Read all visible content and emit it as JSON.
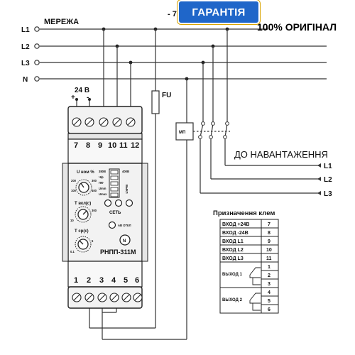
{
  "badges": {
    "guarantee": "ГАРАНТІЯ",
    "original": "100% ОРИГІНАЛ"
  },
  "colors": {
    "badge_bg": "#1f66c9",
    "badge_text": "#ffffff",
    "line": "#333333",
    "device_body": "#f2f2f2"
  },
  "network": {
    "title": "МЕРЕЖА",
    "top_fragment": "- 7",
    "lines": [
      "L1",
      "L2",
      "L3",
      "N"
    ]
  },
  "supply": {
    "label": "24 В",
    "plus": "+",
    "minus": "-"
  },
  "fuse": {
    "label": "FU"
  },
  "starter": {
    "label": "МП"
  },
  "load": {
    "title": "ДО НАВАНТАЖЕННЯ",
    "lines": [
      "L1",
      "L2",
      "L3"
    ]
  },
  "device": {
    "model": "РНПП-311М",
    "top_terminals": [
      "7",
      "8",
      "9",
      "10",
      "11",
      "12"
    ],
    "bottom_terminals": [
      "1",
      "2",
      "3",
      "4",
      "5",
      "6"
    ],
    "knobs": {
      "u": "U ном %",
      "t_on": "T вкл(с)",
      "t_off": "T ср(с)",
      "u_scale": [
        "100",
        "200",
        "300",
        "400"
      ],
      "t_on_scale": [
        "10",
        "300"
      ],
      "t_off_scale": [
        "0.1",
        "5"
      ]
    },
    "dip": {
      "items": [
        "380В",
        "Чф",
        "ПФ",
        "Umin",
        "Umax"
      ],
      "right_label": "400В",
      "state_label": "ВЫКЛ"
    },
    "leds": {
      "label": "СЕТЬ",
      "ab_label": "АВ ОТКЛ"
    },
    "logo": "N"
  },
  "pin_table": {
    "title": "Призначення клем",
    "rows": [
      {
        "name": "ВХОД +24В",
        "pin": "7"
      },
      {
        "name": "ВХОД -24В",
        "pin": "8"
      },
      {
        "name": "ВХОД L1",
        "pin": "9"
      },
      {
        "name": "ВХОД L2",
        "pin": "10"
      },
      {
        "name": "ВХОД L3",
        "pin": "11"
      }
    ],
    "outputs": [
      {
        "name": "ВЫХОД 1",
        "pins": [
          "1",
          "2",
          "3"
        ]
      },
      {
        "name": "ВЫХОД 2",
        "pins": [
          "4",
          "5",
          "6"
        ]
      }
    ]
  }
}
